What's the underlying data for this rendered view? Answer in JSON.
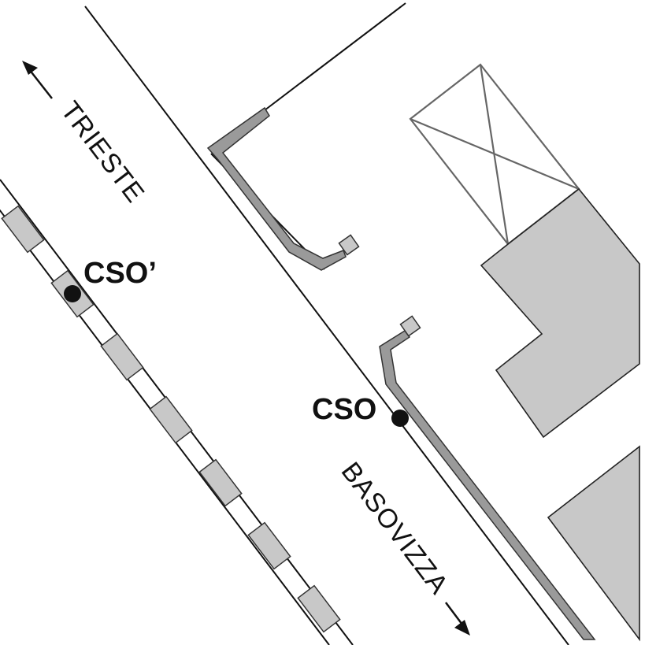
{
  "map": {
    "stations": [
      {
        "id": "cso-prime",
        "label": "CSO’"
      },
      {
        "id": "cso",
        "label": "CSO"
      }
    ],
    "directions": [
      {
        "id": "trieste",
        "label": "TRIESTE"
      },
      {
        "id": "basovizza",
        "label": "BASOVIZZA"
      }
    ],
    "colors": {
      "building_fill": "#c8c8c8",
      "kerb_fill": "#9a9a9a",
      "line": "#111111",
      "x_box_stroke": "#666666",
      "background": "#ffffff"
    },
    "icons": {
      "station": "filled-circle",
      "direction": "arrow"
    }
  }
}
